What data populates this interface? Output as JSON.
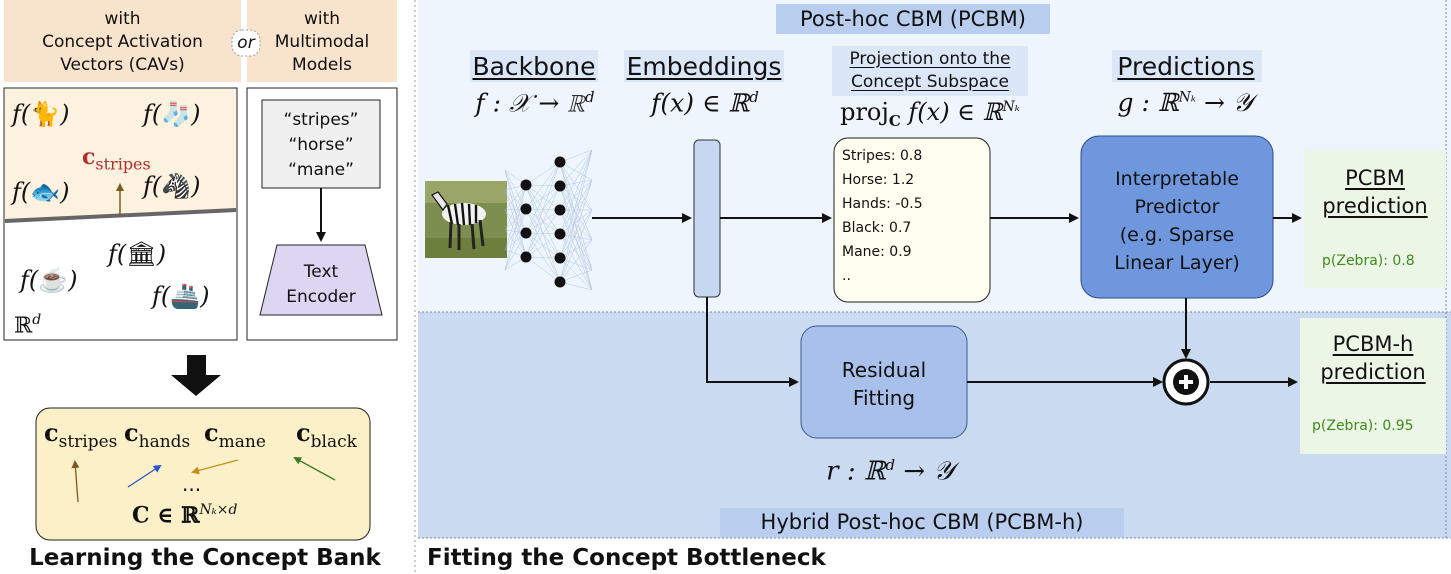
{
  "left": {
    "cav_title": [
      "with",
      "Concept Activation",
      "Vectors (CAVs)"
    ],
    "or_label": "or",
    "mm_title": [
      "with",
      "Multimodal",
      "Models"
    ],
    "cav_examples": {
      "f": "f(",
      "close": ")",
      "c_bold": "c",
      "stripes_sub": "stripes",
      "space_label": "ℝ",
      "space_sup": "d"
    },
    "prompts": [
      "“stripes”",
      "“horse”",
      "“mane”"
    ],
    "text_encoder": [
      "Text",
      "Encoder"
    ],
    "bank": {
      "c1_sub": "stripes",
      "c2_sub": "hands",
      "c3_sub": "mane",
      "c4_sub": "black",
      "ellipsis": "...",
      "matrix_eq": "C ∈ ℝ",
      "matrix_sup": "Nₖ×d"
    },
    "caption": "Learning the Concept Bank"
  },
  "right": {
    "pcbm_title": "Post-hoc CBM (PCBM)",
    "pcbmh_title": "Hybrid Post-hoc CBM (PCBM-h)",
    "caption": "Fitting the Concept Bottleneck",
    "headers": {
      "backbone": "Backbone",
      "backbone_formula": "f : 𝒳 → ℝ",
      "backbone_sup": "d",
      "embeddings": "Embeddings",
      "embeddings_formula": "f(x) ∈ ℝ",
      "embeddings_sup": "d",
      "projection": [
        "Projection onto the",
        "Concept Subspace"
      ],
      "projection_formula": "proj",
      "projection_sub": "C",
      "projection_rest": " f(x) ∈ ℝ",
      "projection_sup": "Nₖ",
      "predictions": "Predictions",
      "predictions_formula": "g : ℝ",
      "predictions_sup": "Nₖ",
      "predictions_rest": " → 𝒴"
    },
    "concepts": [
      "Stripes: 0.8",
      "Horse: 1.2",
      "Hands: -0.5",
      "Black: 0.7",
      "Mane: 0.9",
      ".."
    ],
    "interpretable_predictor": [
      "Interpretable",
      "Predictor",
      "(e.g. Sparse",
      "Linear Layer)"
    ],
    "residual": [
      "Residual",
      "Fitting"
    ],
    "residual_formula": "r : ℝ",
    "residual_sup": "d",
    "residual_rest": " → 𝒴",
    "pcbm_pred": [
      "PCBM",
      "prediction"
    ],
    "pcbm_prob": "p(Zebra): 0.8",
    "pcbmh_pred": [
      "PCBM-h",
      "prediction"
    ],
    "pcbmh_prob": "p(Zebra): 0.95",
    "plus": "+"
  },
  "colors": {
    "peach": "#f8e3cc",
    "light_blue": "#eef5fc",
    "mid_blue": "#c9daf1",
    "title_blue": "#b9cdee",
    "box_blue": "#6f97dd",
    "resid_blue": "#a9c1ea",
    "trap": "#ddd6f3",
    "bank_yellow": "#fbf0c8",
    "pred_green_bg": "#ecf6e6",
    "green_text": "#3f8a1b",
    "red_c": "#b22e2e"
  }
}
